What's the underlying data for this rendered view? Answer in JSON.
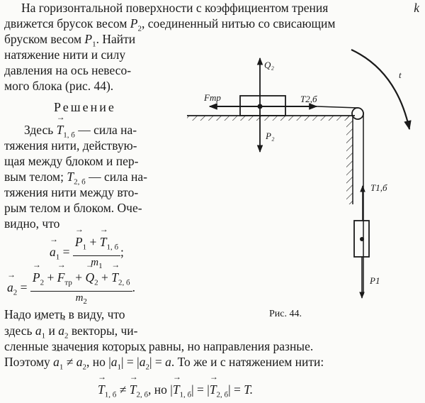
{
  "problem": {
    "line1": "На горизонтальной поверхности с коэффициентом трения",
    "k": "k",
    "line2a": "движется брусок весом",
    "P2": "P",
    "line2b": ", соединенный нитью со свисающим",
    "line3a": "бруском весом",
    "line3b": ". Найти",
    "line4": "натяжение нити и силу",
    "line5": "давления на ось невесо-",
    "line6": "мого блока (рис. 44)."
  },
  "solution": {
    "heading": "Решение",
    "p1": "Здесь",
    "T": "T",
    "sub_1b": "1, б",
    "sub_2b": "2, б",
    "p1b": "— сила на-",
    "p2": "тяжения нити, действую-",
    "p3": "щая между блоком и пер-",
    "p4a": "вым телом;",
    "p4b": "— сила на-",
    "p5": "тяжения нити между вто-",
    "p6": "рым телом и блоком. Оче-",
    "p7": "видно, что"
  },
  "formulas": {
    "a": "a",
    "P": "P",
    "F": "F",
    "Q": "Q",
    "tr": "тр",
    "m1": "m",
    "plus": "+",
    "eq": "=",
    "neq": "≠",
    "end1": ";",
    "end2": "."
  },
  "after": {
    "l1": "Надо иметь в виду, что",
    "l2a": "здесь",
    "l2b": "и",
    "l2c": "векторы, чи-",
    "l3": "сленные значения которых равны, но направления разные.",
    "l4a": "Поэтому",
    "l4b": ", но",
    "l4c": "То же и с натяжением нити:",
    "l5mid": ", но",
    "Tend": "T."
  },
  "figure": {
    "caption": "Рис. 44.",
    "labels": {
      "Q2": "Q₂",
      "Ftr": "Fтр",
      "T2b": "T2,б",
      "P2": "P₂",
      "T1b": "T1,б",
      "P1": "P1",
      "t": "t"
    }
  }
}
